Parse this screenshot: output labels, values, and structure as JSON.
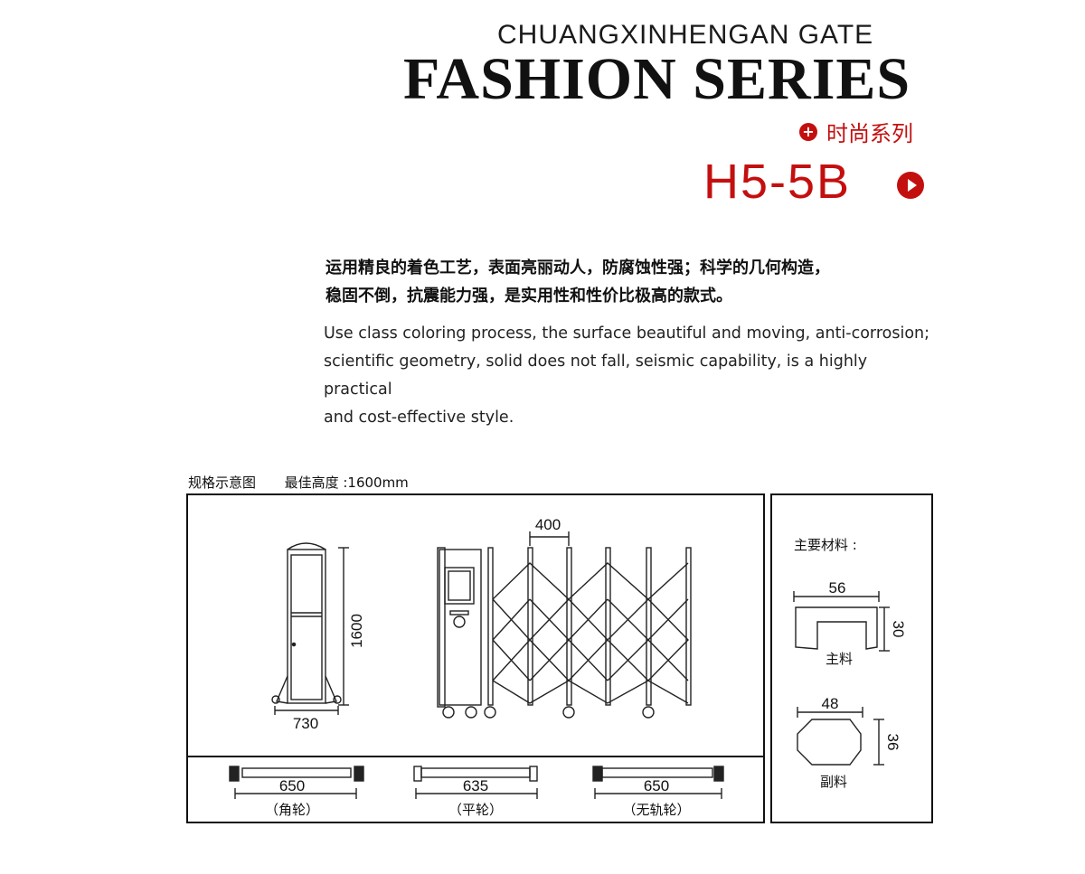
{
  "header": {
    "brand": "CHUANGXINHENGAN GATE",
    "series": "FASHION SERIES",
    "series_cn": "时尚系列",
    "model": "H5-5B",
    "accent_color": "#c40f0f"
  },
  "description": {
    "cn_line1": "运用精良的着色工艺，表面亮丽动人，防腐蚀性强；科学的几何构造，",
    "cn_line2": "稳固不倒，抗震能力强，是实用性和性价比极高的款式。",
    "en_line1": "Use class coloring process, the surface beautiful and moving, anti-corrosion;",
    "en_line2": "scientific geometry, solid does not fall, seismic capability, is a highly practical",
    "en_line3": "and cost-effective style."
  },
  "spec": {
    "title": "规格示意图",
    "max_height": "最佳高度 :1600mm",
    "side_height": "1600",
    "side_width": "730",
    "pitch": "400"
  },
  "wheels": [
    {
      "dim": "650",
      "name": "（角轮）"
    },
    {
      "dim": "635",
      "name": "（平轮）"
    },
    {
      "dim": "650",
      "name": "（无轨轮）"
    }
  ],
  "materials": {
    "title": "主要材料 :",
    "main": {
      "w": "56",
      "h": "30",
      "name": "主料"
    },
    "sub": {
      "w": "48",
      "h": "36",
      "name": "副料"
    }
  }
}
